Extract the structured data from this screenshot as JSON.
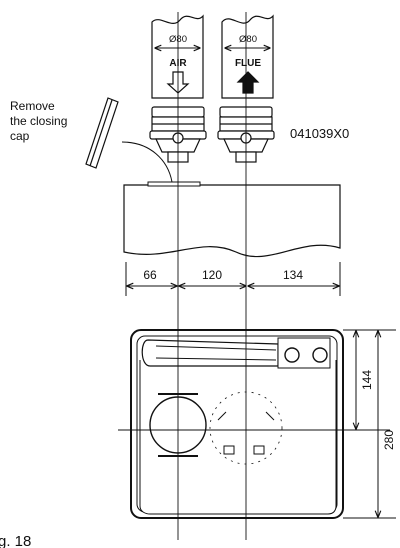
{
  "annotation": {
    "remove_cap_line1": "Remove",
    "remove_cap_line2": "the closing",
    "remove_cap_line3": "cap"
  },
  "part_code": "041039X0",
  "figure_label": "g. 18",
  "pipes": {
    "air": {
      "diameter": "Ø80",
      "label": "AIR"
    },
    "flue": {
      "diameter": "Ø80",
      "label": "FLUE"
    }
  },
  "dimensions": {
    "left_offset": "66",
    "between_centers": "120",
    "right_offset": "134",
    "depth_to_center": "144",
    "total_depth": "280"
  }
}
